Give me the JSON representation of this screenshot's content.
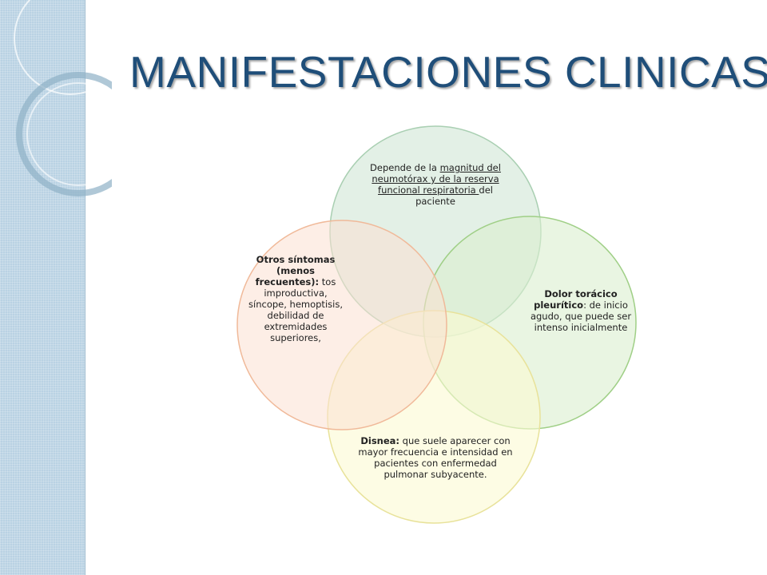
{
  "slide": {
    "title": "MANIFESTACIONES CLINICAS"
  },
  "diagram": {
    "top": {
      "prefix": "Depende de la ",
      "underlined": "magnitud del neumotórax y de la reserva funcional respiratoria ",
      "suffix": "del paciente"
    },
    "right": {
      "bold": "Dolor torácico pleurítico",
      "rest": ": de inicio agudo, que puede ser intenso inicialmente"
    },
    "bottom": {
      "bold": "Disnea:",
      "rest": " que suele aparecer con mayor frecuencia e intensidad en pacientes con enfermedad pulmonar subyacente."
    },
    "left": {
      "bold": "Otros síntomas (menos frecuentes):",
      "rest": " tos improductiva, síncope, hemoptisis, debilidad de extremidades superiores,"
    },
    "colors": {
      "top": "#d7eadb",
      "right": "#dbeecf",
      "bottom": "#fbfad2",
      "left": "#fbe0d2",
      "title": "#1f4e79"
    }
  }
}
